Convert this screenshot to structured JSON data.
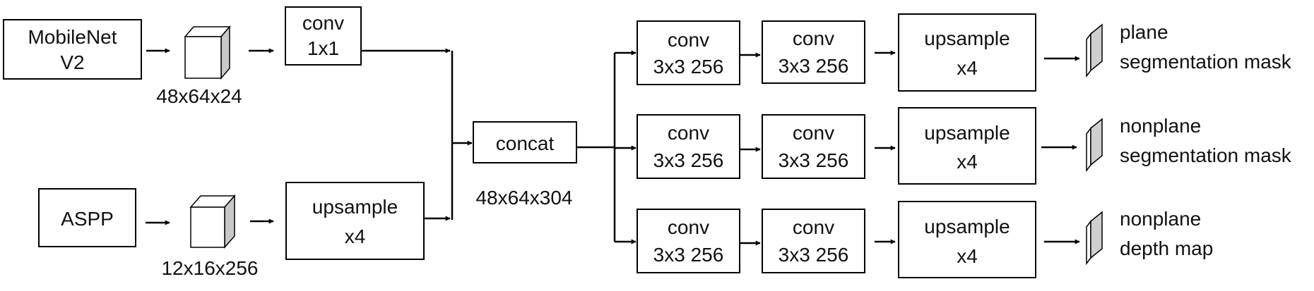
{
  "blocks": {
    "mobilenet": [
      "MobileNet",
      "V2"
    ],
    "aspp": [
      "ASPP"
    ],
    "conv1x1": [
      "conv",
      "1x1"
    ],
    "upsample_input": [
      "upsample",
      "x4"
    ],
    "concat": [
      "concat"
    ]
  },
  "shapes": {
    "mobilenet_feature": "48x64x24",
    "aspp_feature": "12x16x256",
    "concat_feature": "48x64x304"
  },
  "heads": [
    {
      "conv_a": [
        "conv",
        "3x3 256"
      ],
      "conv_b": [
        "conv",
        "3x3 256"
      ],
      "upsample": [
        "upsample",
        "x4"
      ],
      "output": [
        "plane",
        "segmentation mask"
      ]
    },
    {
      "conv_a": [
        "conv",
        "3x3 256"
      ],
      "conv_b": [
        "conv",
        "3x3 256"
      ],
      "upsample": [
        "upsample",
        "x4"
      ],
      "output": [
        "nonplane",
        "segmentation mask"
      ]
    },
    {
      "conv_a": [
        "conv",
        "3x3 256"
      ],
      "conv_b": [
        "conv",
        "3x3 256"
      ],
      "upsample": [
        "upsample",
        "x4"
      ],
      "output": [
        "nonplane",
        "depth map"
      ]
    }
  ]
}
